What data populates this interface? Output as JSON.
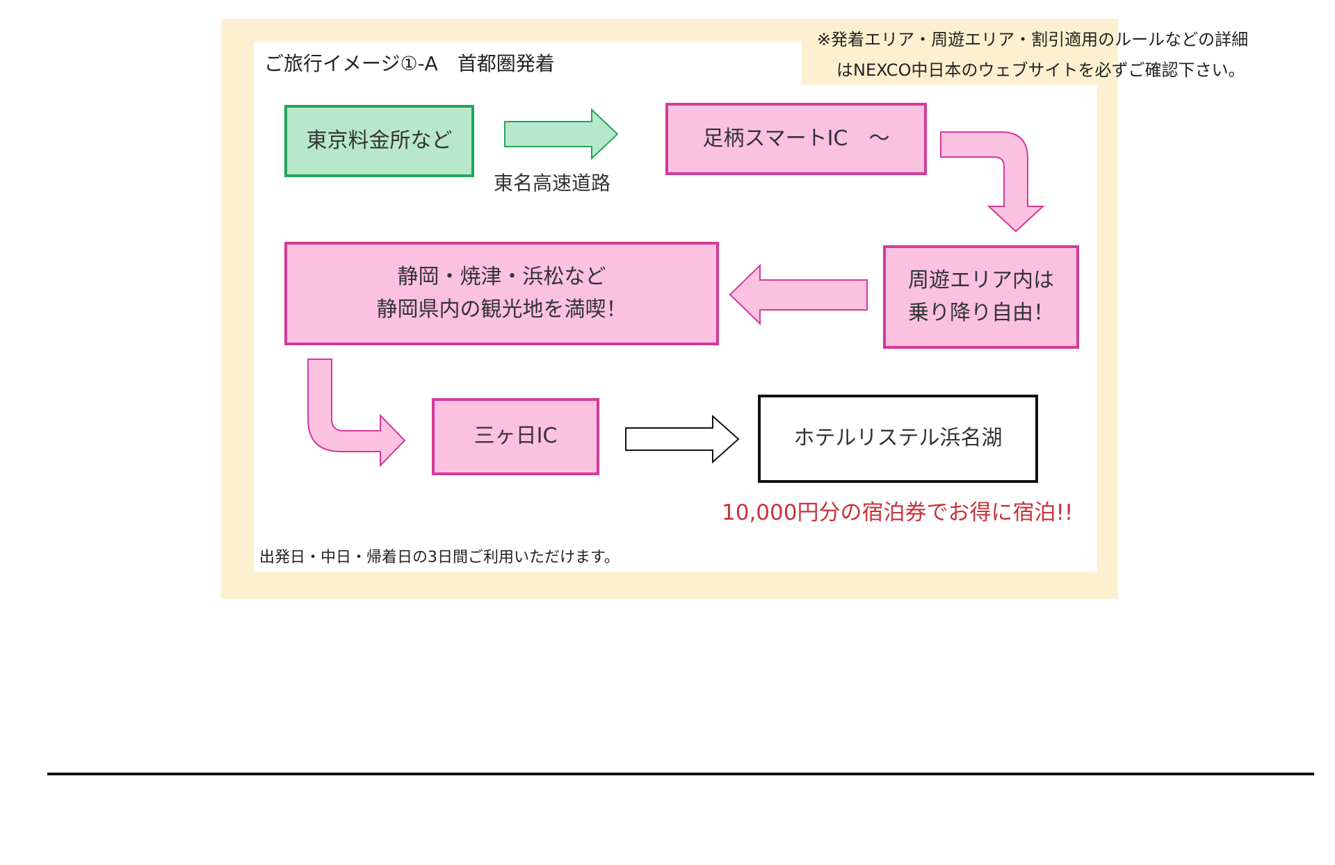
{
  "header": {
    "title": "ご旅行イメージ①-A　首都圏発着",
    "notice_line1": "※発着エリア・周遊エリア・割引適用のルールなどの詳細",
    "notice_line2": "はNEXCO中日本のウェブサイトを必ずご確認下さい。"
  },
  "flow": {
    "start": "東京料金所など",
    "highway_label": "東名高速道路",
    "entry_ic": "足柄スマートIC　～",
    "loop_line1": "周遊エリア内は",
    "loop_line2": "乗り降り自由！",
    "sights_line1": "静岡・焼津・浜松など",
    "sights_line2": "静岡県内の観光地を満喫！",
    "exit_ic": "三ヶ日IC",
    "hotel": "ホテルリステル浜名湖"
  },
  "promo": "10,000円分の宿泊券でお得に宿泊!!",
  "footnote": "出発日・中日・帰着日の3日間ご利用いただけます。",
  "colors": {
    "panel_bg": "#fdf0d0",
    "green_fill": "#b8e8cc",
    "green_border": "#22a55a",
    "pink_fill": "#fbc1e0",
    "pink_border": "#d43a98",
    "promo_red": "#c8323c"
  }
}
